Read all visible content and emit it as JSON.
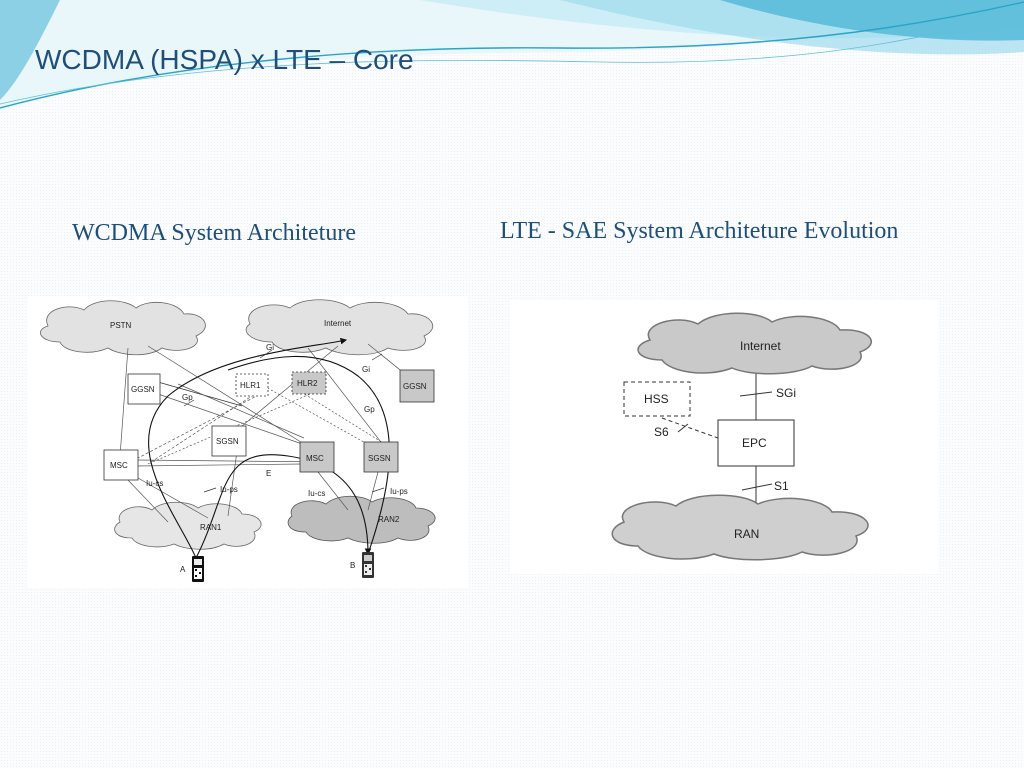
{
  "slide": {
    "title": "WCDMA (HSPA) x LTE – Core",
    "left_heading": "WCDMA System Architeture",
    "right_heading": "LTE - SAE System Architeture Evolution"
  },
  "wcdma_diagram": {
    "clouds": {
      "pstn": "PSTN",
      "internet": "Internet",
      "ran1": "RAN1",
      "ran2": "RAN2"
    },
    "nodes": {
      "ggsn1": "GGSN",
      "hlr1": "HLR1",
      "hlr2": "HLR2",
      "ggsn2": "GGSN",
      "sgsn1": "SGSN",
      "msc1": "MSC",
      "msc2": "MSC",
      "sgsn2": "SGSN"
    },
    "interfaces": {
      "gi1": "Gi",
      "gi2": "Gi",
      "gp1": "Gp",
      "gp2": "Gp",
      "e": "E",
      "iucs1": "Iu-cs",
      "iups1": "Iu-ps",
      "iucs2": "Iu-cs",
      "iups2": "Iu-ps"
    },
    "terminals": {
      "a": "A",
      "b": "B"
    }
  },
  "lte_diagram": {
    "clouds": {
      "internet": "Internet",
      "ran": "RAN"
    },
    "nodes": {
      "hss": "HSS",
      "epc": "EPC"
    },
    "interfaces": {
      "sgi": "SGi",
      "s6": "S6",
      "s1": "S1"
    }
  },
  "colors": {
    "title": "#1f4e79",
    "swoosh_dark": "#2aa3c9",
    "swoosh_light": "#bfe7f2",
    "cloud_gray": "#d0d0d0"
  }
}
